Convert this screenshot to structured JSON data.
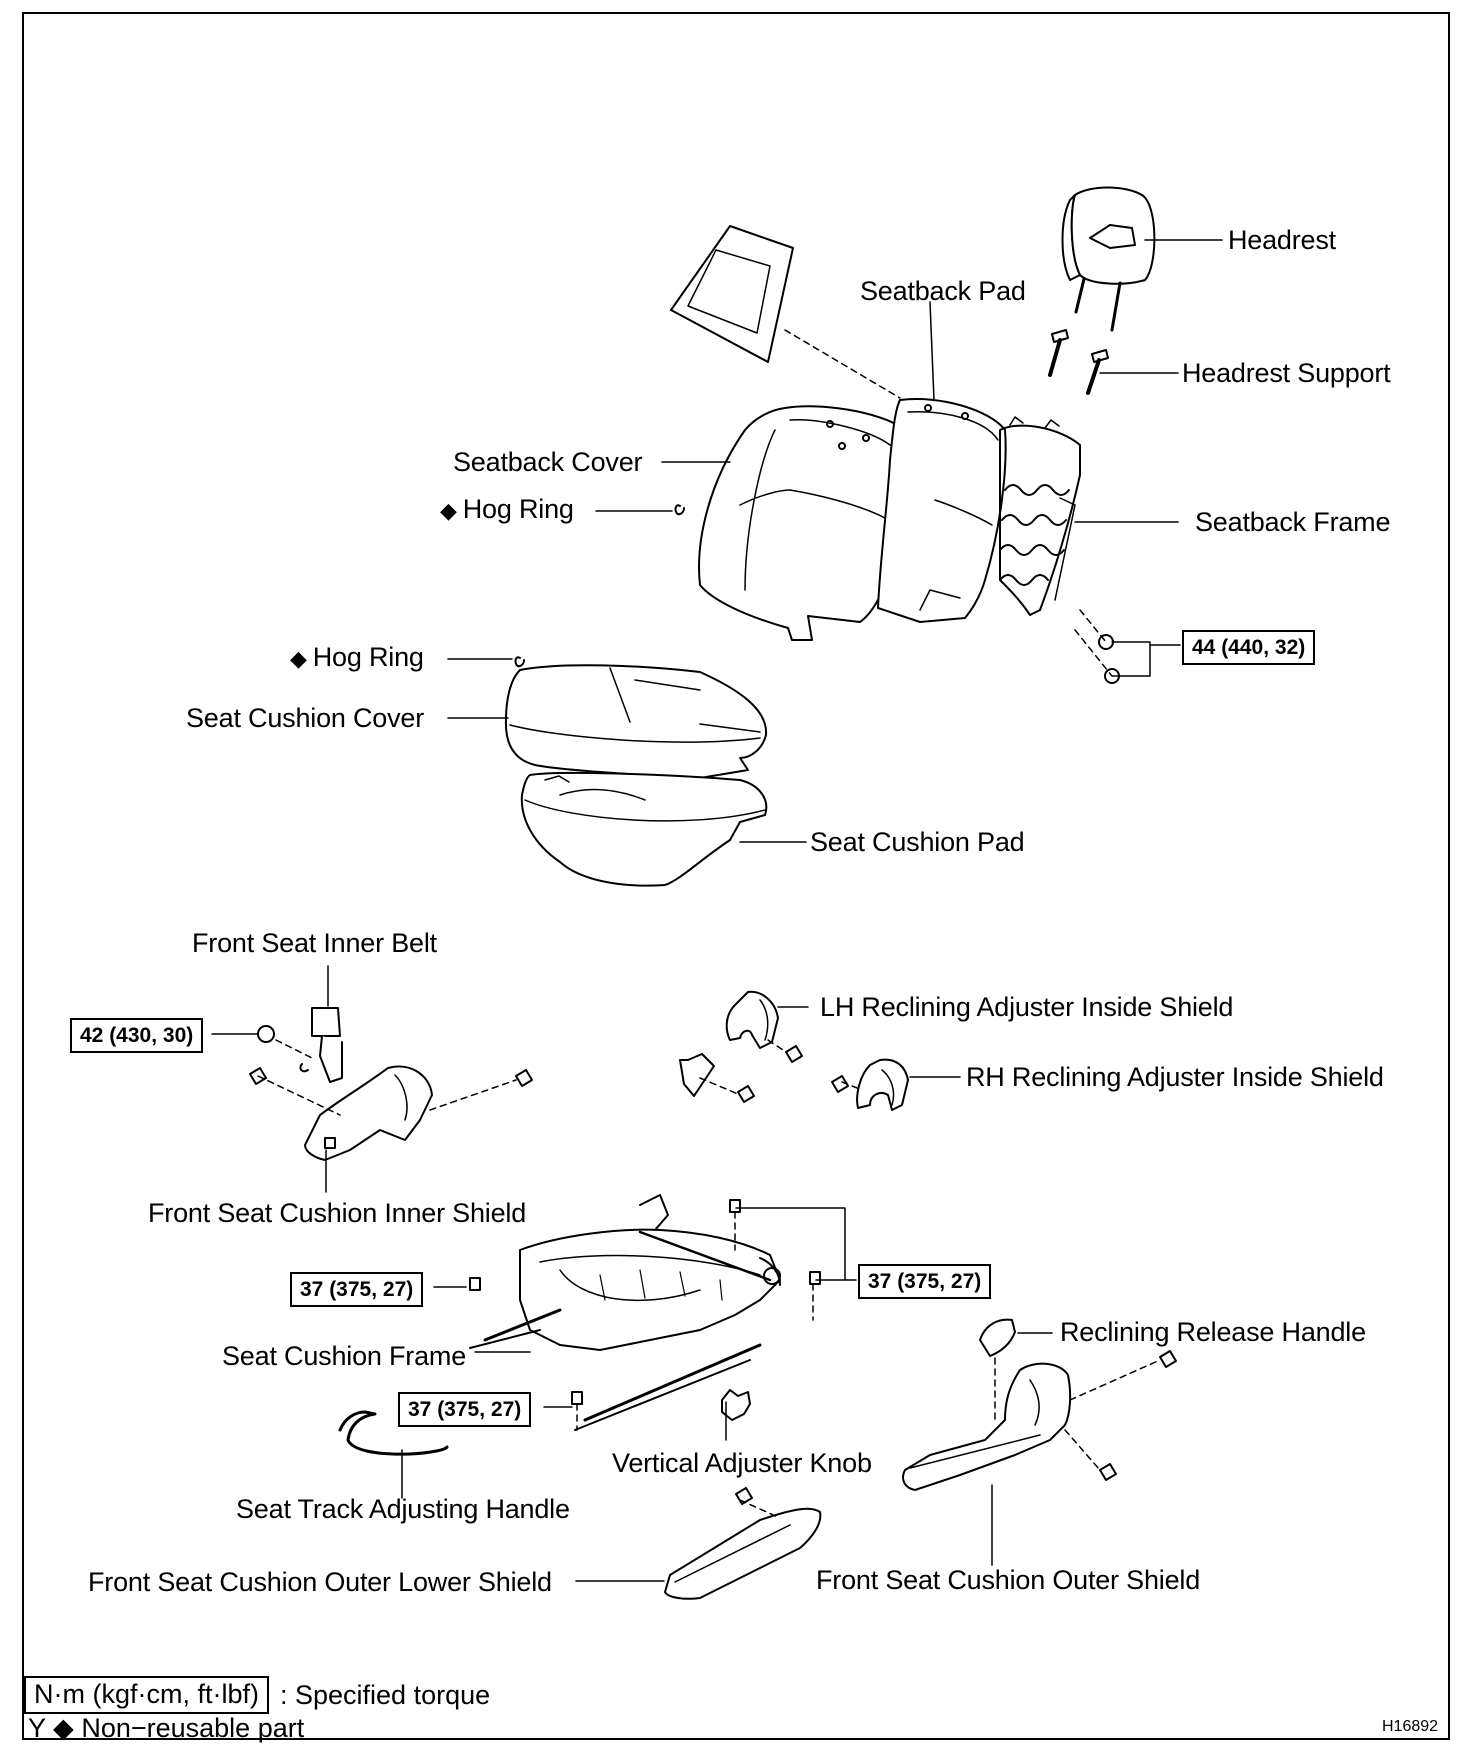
{
  "labels": {
    "headrest": "Headrest",
    "seatback_pad": "Seatback Pad",
    "headrest_support": "Headrest Support",
    "seatback_cover": "Seatback Cover",
    "hog_ring_1": "Hog Ring",
    "seatback_frame": "Seatback Frame",
    "hog_ring_2": "Hog Ring",
    "seat_cushion_cover": "Seat Cushion Cover",
    "seat_cushion_pad": "Seat Cushion Pad",
    "front_seat_inner_belt": "Front Seat Inner Belt",
    "lh_reclining_shield": "LH Reclining Adjuster Inside Shield",
    "rh_reclining_shield": "RH Reclining Adjuster Inside Shield",
    "front_seat_cushion_inner_shield": "Front Seat Cushion Inner Shield",
    "seat_cushion_frame": "Seat Cushion Frame",
    "reclining_release_handle": "Reclining Release Handle",
    "vertical_adjuster_knob": "Vertical Adjuster Knob",
    "seat_track_adjusting_handle": "Seat Track Adjusting Handle",
    "front_seat_cushion_outer_lower_shield": "Front Seat Cushion Outer Lower Shield",
    "front_seat_cushion_outer_shield": "Front Seat Cushion Outer Shield"
  },
  "non_reusable_mark": "◆",
  "torque_specs": {
    "seatback_frame_bolts": "44 (440, 32)",
    "inner_belt_nut": "42 (430, 30)",
    "cushion_frame_left": "37 (375, 27)",
    "cushion_frame_right": "37 (375, 27)",
    "cushion_frame_lower": "37 (375, 27)"
  },
  "legend": {
    "torque_unit_box": "N·m (kgf·cm, ft·lbf)",
    "torque_text": ": Specified torque",
    "nonreuse_prefix": "Y",
    "nonreuse_symbol": "◆",
    "nonreuse_text": "Non−reusable part"
  },
  "figure_id": "H16892"
}
